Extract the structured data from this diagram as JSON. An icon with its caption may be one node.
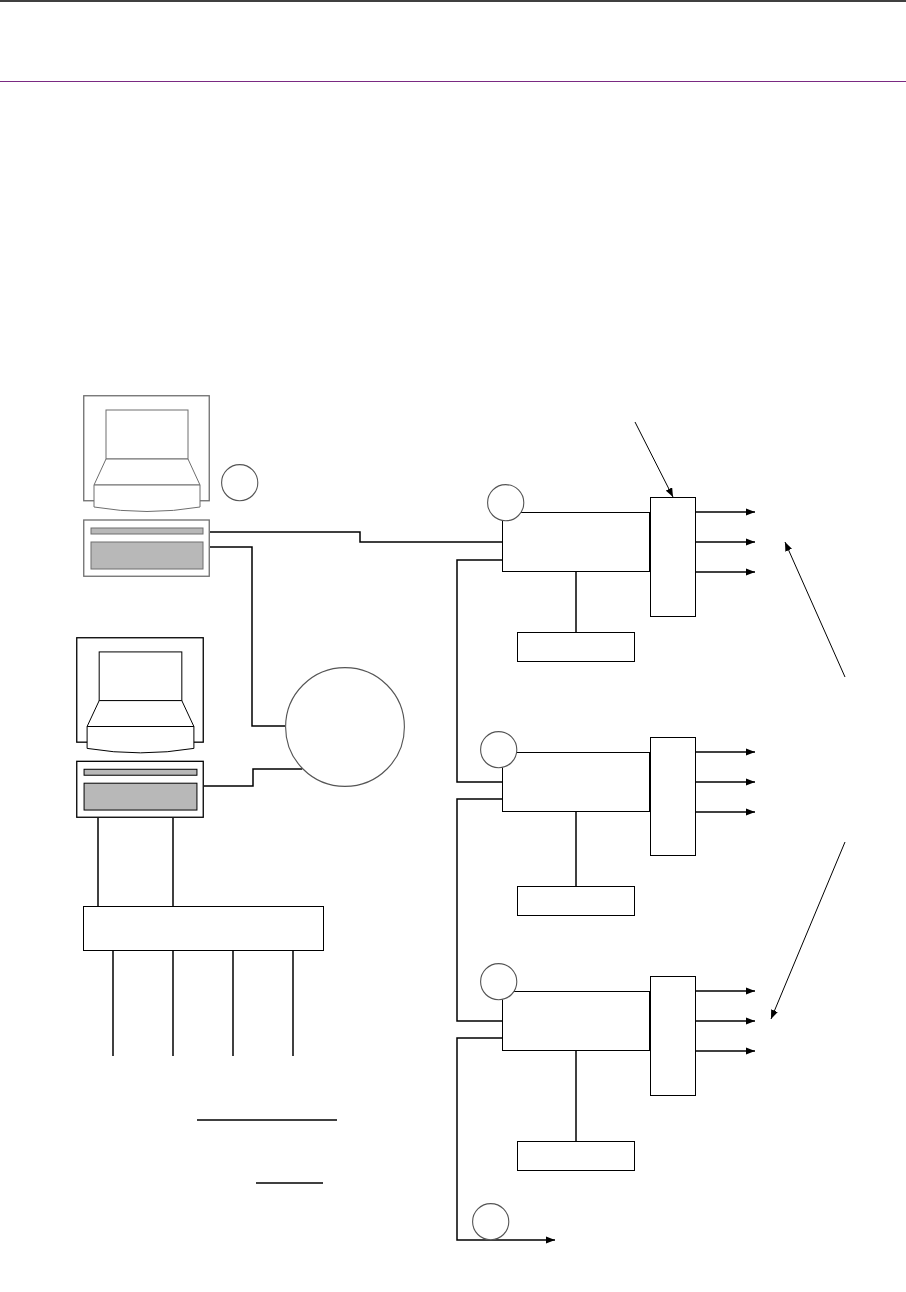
{
  "diagram": {
    "nodes": [
      {
        "text": [],
        "shape": "picture"
      },
      {
        "text": [],
        "shape": "circle"
      },
      {
        "text": [],
        "shape": "circle"
      },
      {
        "text": [],
        "shape": "box"
      },
      {
        "text": [],
        "shape": "box"
      },
      {
        "text": [],
        "shape": "box"
      },
      {
        "text": [],
        "shape": "picture"
      },
      {
        "text": [],
        "shape": "circle"
      },
      {
        "text": [],
        "shape": "circle"
      },
      {
        "text": [],
        "shape": "box"
      },
      {
        "text": [],
        "shape": "box"
      },
      {
        "text": [],
        "shape": "box"
      },
      {
        "text": [],
        "shape": "box"
      },
      {
        "text": [],
        "shape": "circle"
      },
      {
        "text": [],
        "shape": "box"
      },
      {
        "text": [],
        "shape": "box"
      },
      {
        "text": [],
        "shape": "box"
      },
      {
        "text": [],
        "shape": "circle"
      }
    ],
    "edges": [
      {
        "from": 0,
        "to": 3,
        "arrow": "none"
      },
      {
        "from": 0,
        "to": 7,
        "arrow": "none"
      },
      {
        "from": null,
        "to": 4,
        "arrow": "to"
      },
      {
        "from": 4,
        "to": null,
        "arrow": "to"
      },
      {
        "from": 4,
        "to": null,
        "arrow": "to"
      },
      {
        "from": 4,
        "to": null,
        "arrow": "to"
      },
      {
        "from": 3,
        "to": 5,
        "arrow": "none"
      },
      {
        "from": 3,
        "to": 9,
        "arrow": "none"
      },
      {
        "from": 6,
        "to": 7,
        "arrow": "none"
      },
      {
        "from": 6,
        "to": 12,
        "arrow": "none"
      },
      {
        "from": 6,
        "to": 12,
        "arrow": "none"
      },
      {
        "from": 9,
        "to": 11,
        "arrow": "none"
      },
      {
        "from": 10,
        "to": null,
        "arrow": "to"
      },
      {
        "from": 10,
        "to": null,
        "arrow": "to"
      },
      {
        "from": 10,
        "to": null,
        "arrow": "to"
      },
      {
        "from": 9,
        "to": 14,
        "arrow": "none"
      },
      {
        "from": 12,
        "to": null,
        "arrow": "none"
      },
      {
        "from": 12,
        "to": null,
        "arrow": "none"
      },
      {
        "from": 12,
        "to": null,
        "arrow": "none"
      },
      {
        "from": 12,
        "to": null,
        "arrow": "none"
      },
      {
        "from": 14,
        "to": 16,
        "arrow": "none"
      },
      {
        "from": 15,
        "to": null,
        "arrow": "to"
      },
      {
        "from": 15,
        "to": null,
        "arrow": "to"
      },
      {
        "from": 15,
        "to": null,
        "arrow": "to"
      },
      {
        "from": 14,
        "to": null,
        "arrow": "to"
      }
    ]
  }
}
